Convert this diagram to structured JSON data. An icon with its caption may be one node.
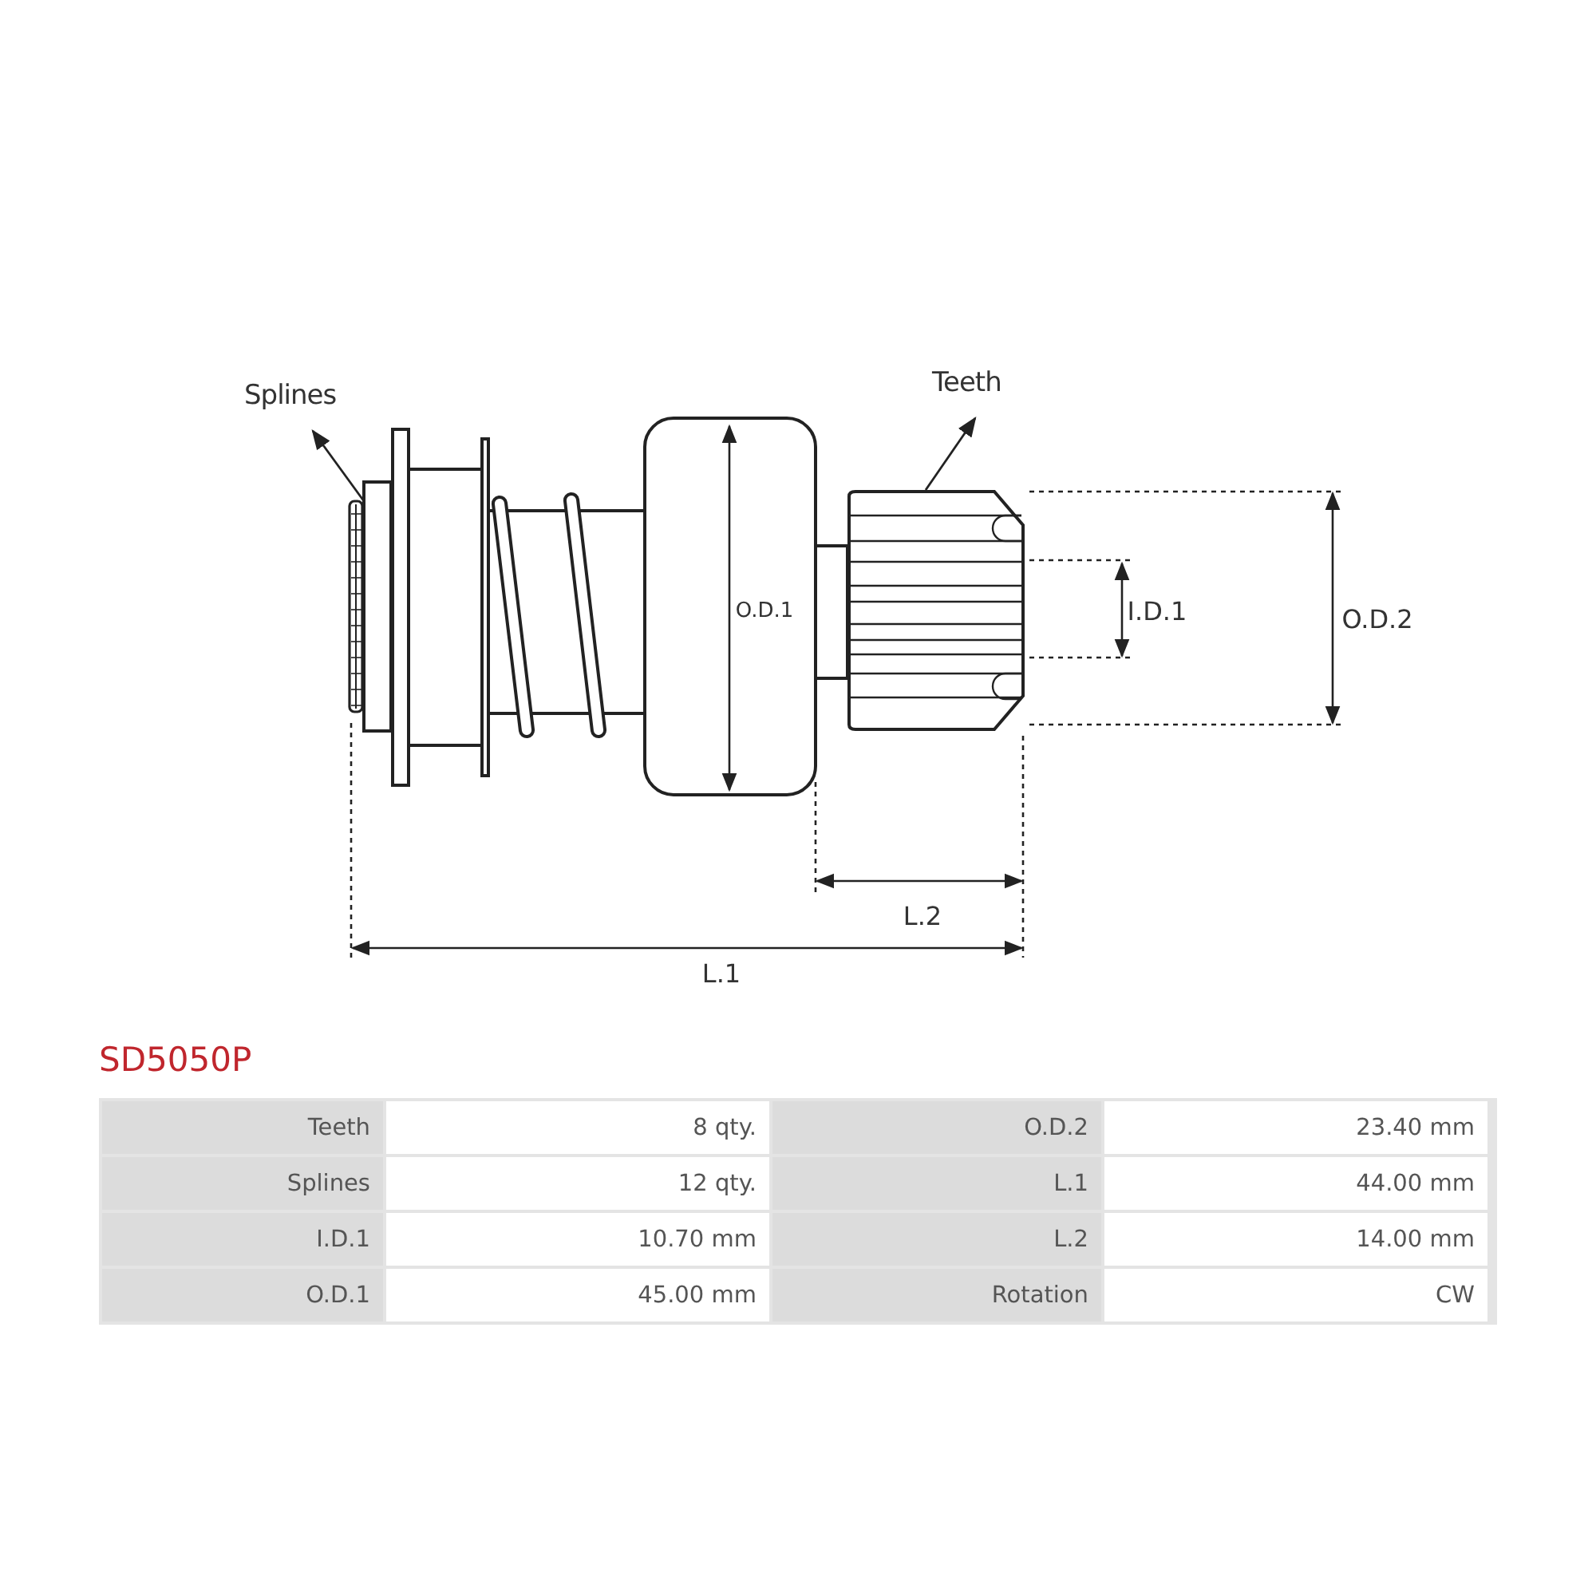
{
  "diagram": {
    "title": "SD5050P",
    "nodes": [
      {
        "text": [
          "Splines"
        ]
      },
      {
        "text": [],
        "shape": "picture"
      },
      {
        "text": [
          "Teeth"
        ]
      },
      {
        "text": [],
        "shape": "picture"
      }
    ],
    "edges": [
      {
        "from": 1,
        "to": 0,
        "arrow": "to"
      },
      {
        "from": 3,
        "to": 2,
        "arrow": "to"
      }
    ],
    "labels": [
      "O.D.1",
      "I.D.1",
      "O.D.2",
      "L.2",
      "L.1",
      "Teeth",
      "8 qty.",
      "O.D.2",
      "23.40 mm",
      "Splines",
      "12 qty.",
      "L.1",
      "44.00 mm",
      "I.D.1",
      "10.70 mm",
      "L.2",
      "14.00 mm",
      "O.D.1",
      "45.00 mm",
      "Rotation",
      "CW"
    ]
  }
}
